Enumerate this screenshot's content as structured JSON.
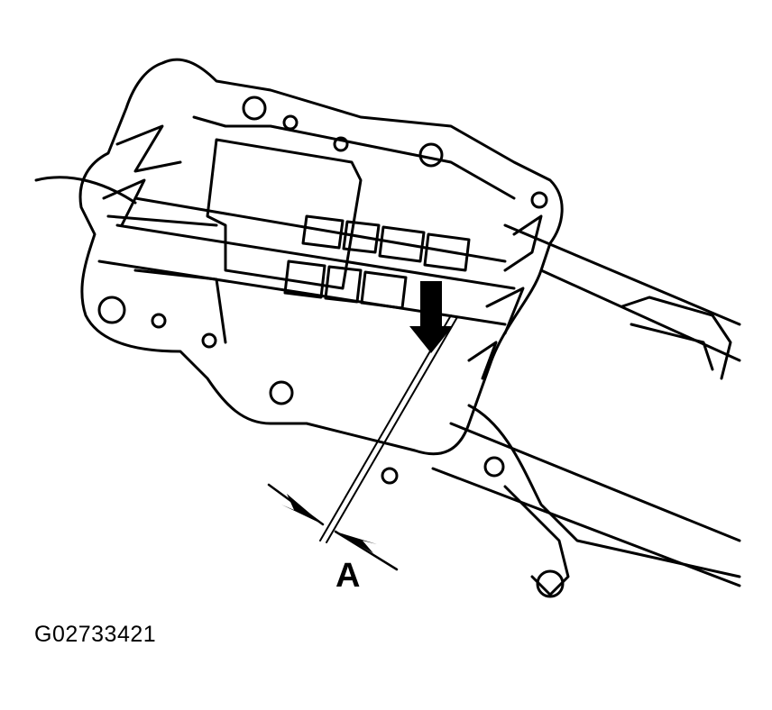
{
  "figure": {
    "id": "G02733421",
    "dimension_label": "A",
    "description": "Line drawing of a plate/bracket assembly mounted on a rail, with a feeler gauge inserted and a dimension A indicated between opposing arrows; a bold down arrow marks the measurement point.",
    "colors": {
      "line": "#000000",
      "background": "#ffffff"
    }
  }
}
